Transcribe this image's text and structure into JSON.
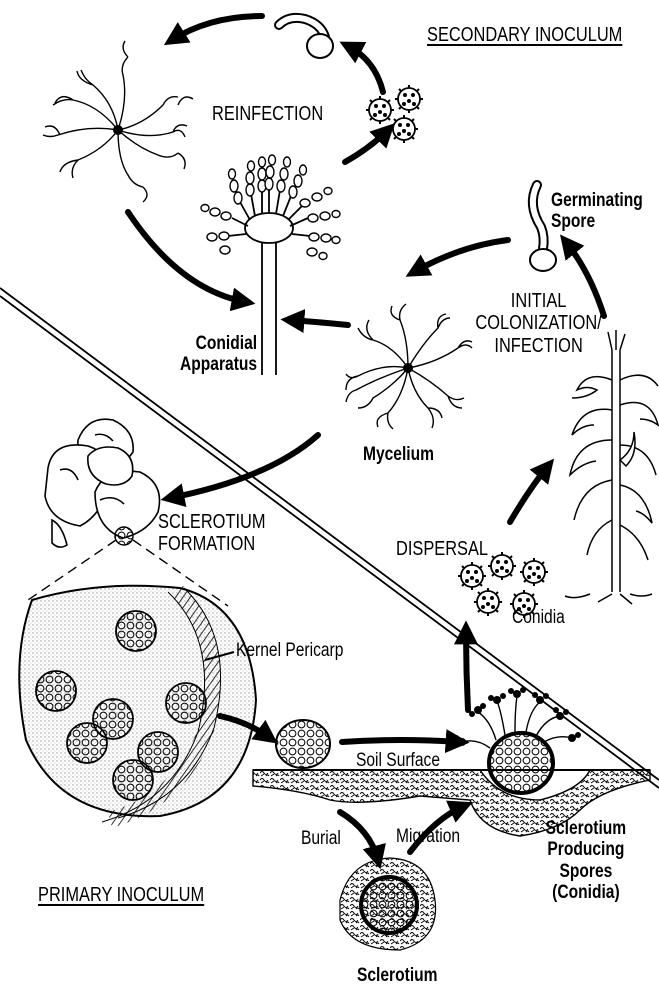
{
  "labels": {
    "secondary_inoculum": "SECONDARY INOCULUM",
    "reinfection": "REINFECTION",
    "germinating_spore": "Germinating\nSpore",
    "initial_colonization": "INITIAL\nCOLONIZATION/\nINFECTION",
    "conidial_apparatus": "Conidial\nApparatus",
    "mycelium": "Mycelium",
    "sclerotium_formation": "SCLEROTIUM\nFORMATION",
    "dispersal": "DISPERSAL",
    "conidia": "Conidia",
    "kernel_pericarp": "Kernel Pericarp",
    "soil_surface": "Soil Surface",
    "burial": "Burial",
    "migration": "Migration",
    "sclerotium_producing_spores": "Sclerotium\nProducing\nSpores\n(Conidia)",
    "primary_inoculum": "PRIMARY INOCULUM",
    "sclerotium": "Sclerotium"
  },
  "colors": {
    "ink": "#000000",
    "paper": "#ffffff",
    "stipple": "#d8d8d8"
  }
}
